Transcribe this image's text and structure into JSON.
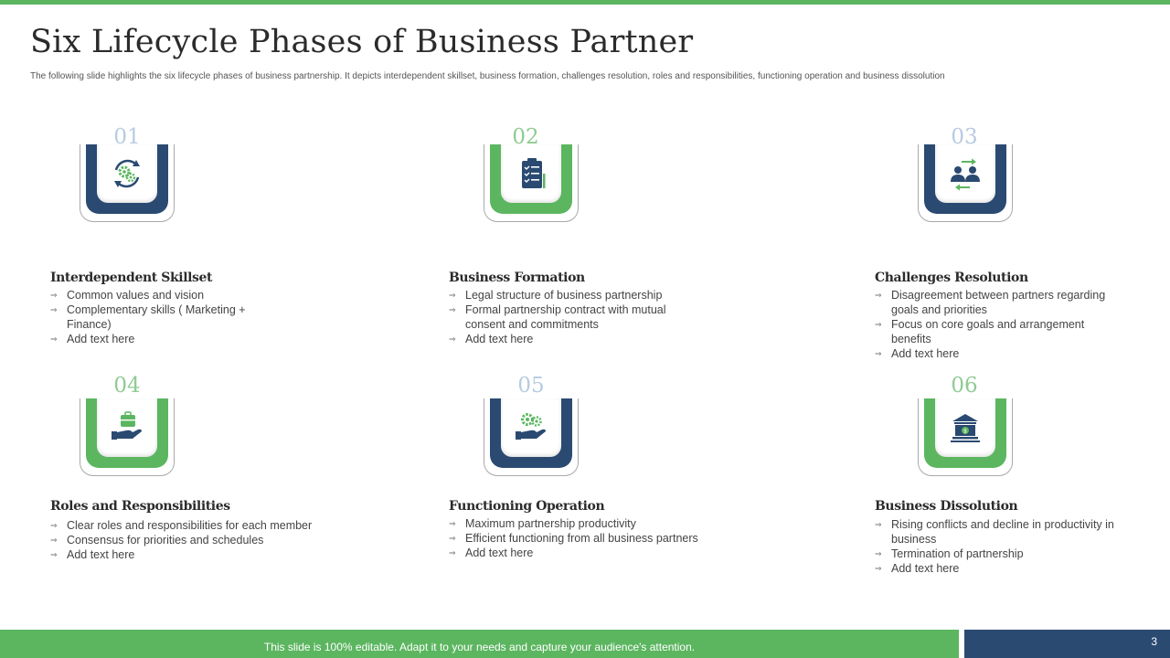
{
  "title": "Six Lifecycle Phases of Business Partner",
  "subtitle": "The following slide highlights the six lifecycle phases of business partnership. It depicts interdependent skillset, business formation, challenges resolution, roles and responsibilities, functioning operation and business dissolution",
  "bullet_symbol": "⇒",
  "colors": {
    "green": "#5cb660",
    "navy": "#2b4a72",
    "number_blue": "#b7cbe1",
    "number_green": "#8fcb92"
  },
  "phases": [
    {
      "number": "01",
      "icon": "gears-cycle-icon",
      "heading": "Interdependent Skillset",
      "bullets": [
        "Common values and vision",
        "Complementary skills ( Marketing +",
        "Finance)",
        "Add text here"
      ]
    },
    {
      "number": "02",
      "icon": "clipboard-checklist-icon",
      "heading": "Business Formation",
      "bullets": [
        "Legal structure of business partnership",
        "Formal partnership contract with mutual",
        "consent and commitments",
        "Add text here"
      ]
    },
    {
      "number": "03",
      "icon": "partners-exchange-icon",
      "heading": "Challenges Resolution",
      "bullets": [
        "Disagreement between partners regarding",
        "goals and priorities",
        "Focus on core goals and arrangement",
        "benefits",
        "Add text here"
      ]
    },
    {
      "number": "04",
      "icon": "briefcase-hand-icon",
      "heading": "Roles and Responsibilities",
      "bullets": [
        "Clear roles and responsibilities for each member",
        "Consensus for priorities and schedules",
        "Add text here"
      ]
    },
    {
      "number": "05",
      "icon": "gears-hand-icon",
      "heading": "Functioning Operation",
      "bullets": [
        "Maximum partnership productivity",
        "Efficient functioning from all business partners",
        "Add text here"
      ]
    },
    {
      "number": "06",
      "icon": "bank-building-icon",
      "heading": "Business Dissolution",
      "bullets": [
        "Rising conflicts and decline in productivity in",
        "business",
        "Termination  of partnership",
        "Add text here"
      ]
    }
  ],
  "footer": {
    "text": "This slide is 100% editable. Adapt it to your needs and capture your audience's attention.",
    "page_number": "3"
  }
}
